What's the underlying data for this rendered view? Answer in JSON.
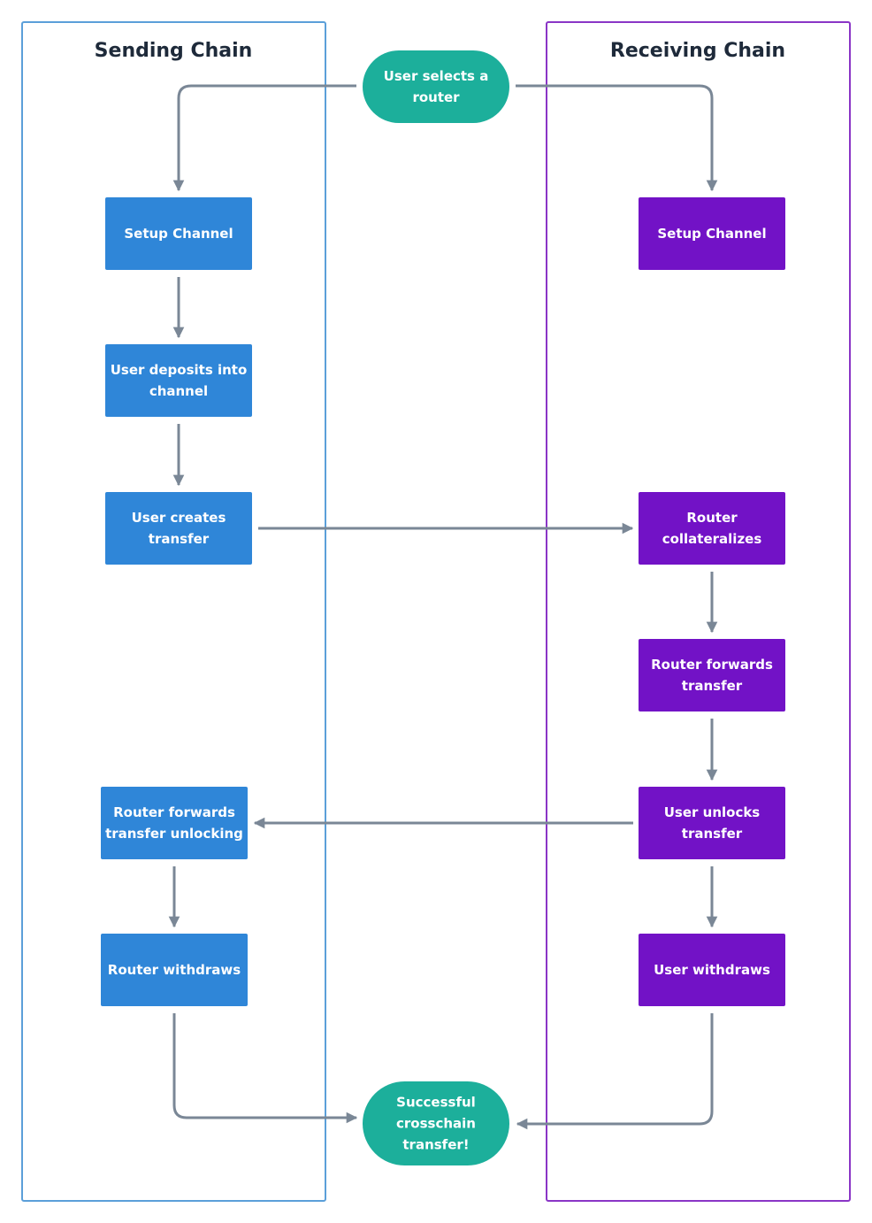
{
  "colors": {
    "sending": "#2f86d8",
    "receiving": "#7212c6",
    "terminal": "#1caf9b",
    "edge": "#7a8796",
    "lane_sending_border": "#5b9fd9",
    "lane_receiving_border": "#8a35c6",
    "title": "#1e2a3a"
  },
  "lanes": {
    "sending": {
      "title": "Sending Chain"
    },
    "receiving": {
      "title": "Receiving Chain"
    }
  },
  "nodes": {
    "start": {
      "lines": [
        "User selects a",
        "router"
      ],
      "shape": "terminal"
    },
    "s_setup": {
      "lines": [
        "Setup Channel"
      ],
      "lane": "sending"
    },
    "s_deposit": {
      "lines": [
        "User deposits into",
        "channel"
      ],
      "lane": "sending"
    },
    "s_create": {
      "lines": [
        "User creates",
        "transfer"
      ],
      "lane": "sending"
    },
    "s_forward_unlock": {
      "lines": [
        "Router forwards",
        "transfer unlocking"
      ],
      "lane": "sending"
    },
    "s_withdraw": {
      "lines": [
        "Router withdraws"
      ],
      "lane": "sending"
    },
    "r_setup": {
      "lines": [
        "Setup Channel"
      ],
      "lane": "receiving"
    },
    "r_collat": {
      "lines": [
        "Router",
        "collateralizes"
      ],
      "lane": "receiving"
    },
    "r_forward": {
      "lines": [
        "Router forwards",
        "transfer"
      ],
      "lane": "receiving"
    },
    "r_unlock": {
      "lines": [
        "User unlocks",
        "transfer"
      ],
      "lane": "receiving"
    },
    "r_withdraw": {
      "lines": [
        "User withdraws"
      ],
      "lane": "receiving"
    },
    "end": {
      "lines": [
        "Successful",
        "crosschain",
        "transfer!"
      ],
      "shape": "terminal"
    }
  },
  "edges": [
    [
      "start",
      "s_setup"
    ],
    [
      "start",
      "r_setup"
    ],
    [
      "s_setup",
      "s_deposit"
    ],
    [
      "s_deposit",
      "s_create"
    ],
    [
      "s_create",
      "r_collat"
    ],
    [
      "r_collat",
      "r_forward"
    ],
    [
      "r_forward",
      "r_unlock"
    ],
    [
      "r_unlock",
      "s_forward_unlock"
    ],
    [
      "r_unlock",
      "r_withdraw"
    ],
    [
      "s_forward_unlock",
      "s_withdraw"
    ],
    [
      "s_withdraw",
      "end"
    ],
    [
      "r_withdraw",
      "end"
    ]
  ]
}
